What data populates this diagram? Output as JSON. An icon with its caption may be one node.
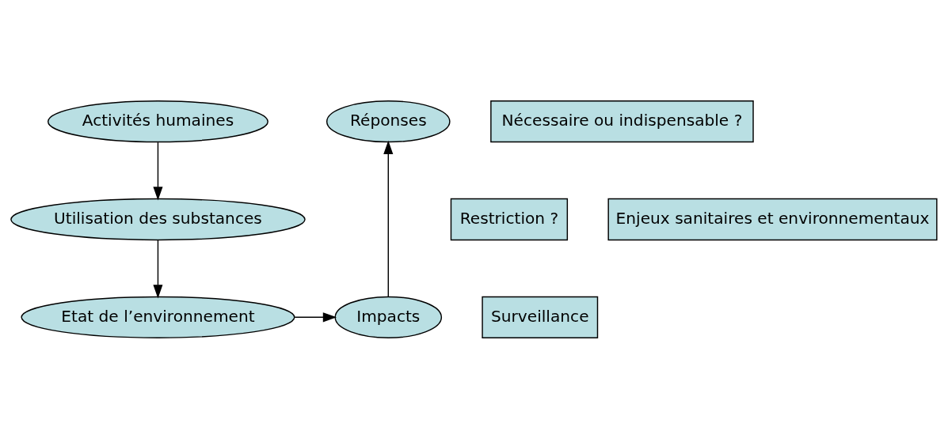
{
  "diagram": {
    "nodes": [
      {
        "text": [
          "Activités humaines"
        ]
      },
      {
        "text": [
          "Nécessaire ou indispensable ?"
        ]
      },
      {
        "text": [
          "Réponses"
        ]
      },
      {
        "text": [
          "Restriction ?"
        ]
      },
      {
        "text": [
          "Enjeux sanitaires et environnementaux"
        ]
      },
      {
        "text": [
          "Surveillance"
        ]
      },
      {
        "text": [
          "Utilisation des substances"
        ]
      },
      {
        "text": [
          "Impacts"
        ]
      },
      {
        "text": [
          "Etat de l’environnement"
        ]
      }
    ],
    "edges": [
      {
        "from": 0,
        "to": 6,
        "arrow": "to"
      },
      {
        "from": 6,
        "to": 8,
        "arrow": "to"
      },
      {
        "from": 8,
        "to": 7,
        "arrow": "to"
      },
      {
        "from": 7,
        "to": 2,
        "arrow": "to"
      }
    ]
  }
}
